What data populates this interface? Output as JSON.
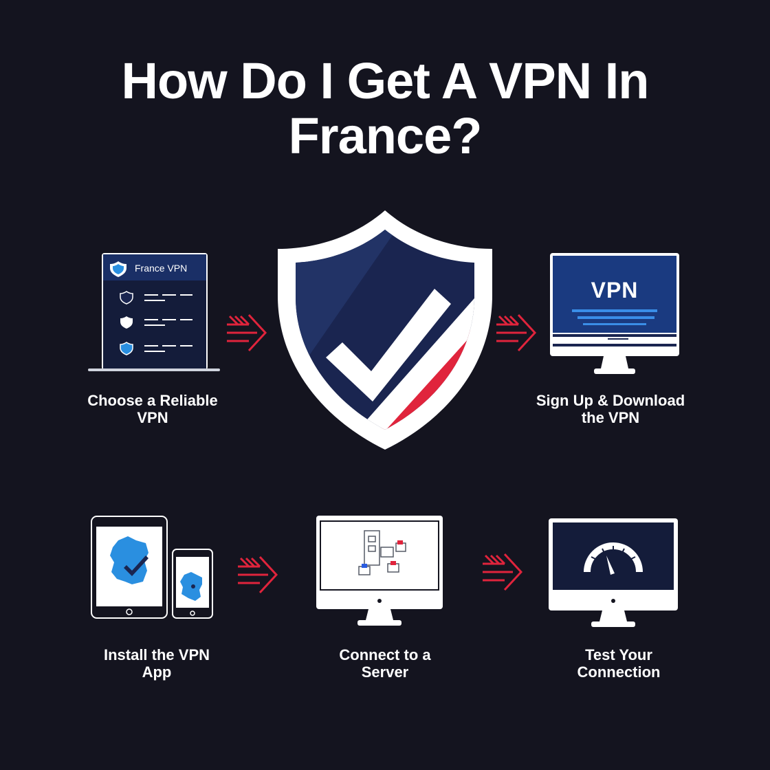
{
  "title": {
    "line1": "How Do I Get A VPN In",
    "line2": "France?"
  },
  "steps": [
    {
      "label_line1": "Choose a Reliable",
      "label_line2": "VPN"
    },
    {
      "label_line1": "Sign Up & Download",
      "label_line2": "the VPN"
    },
    {
      "label_line1": "Install the VPN",
      "label_line2": "App"
    },
    {
      "label_line1": "Connect to a",
      "label_line2": "Server"
    },
    {
      "label_line1": "Test Your",
      "label_line2": "Connection"
    }
  ],
  "laptop_screen": {
    "app_name": "France VPN"
  },
  "monitor_screen": {
    "logo_text": "VPN"
  },
  "colors": {
    "background": "#14141f",
    "navy": "#1a2550",
    "accent_red": "#e0243c",
    "map_blue": "#2a8fe0",
    "white": "#ffffff"
  },
  "icons": [
    "shield-check-icon",
    "arrow-right-icon",
    "laptop-icon",
    "monitor-icon",
    "tablet-icon",
    "phone-icon",
    "server-icon",
    "speedometer-icon",
    "france-map-icon",
    "checkmark-icon"
  ]
}
